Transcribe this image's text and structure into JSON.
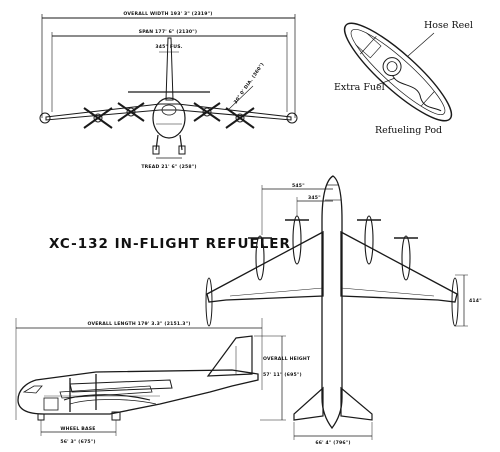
{
  "title": "XC-132 IN-FLIGHT REFUELER",
  "front_view": {
    "overall_width": "OVERALL WIDTH 193' 3\" (2319\")",
    "span": "SPAN 177' 6\" (2130\")",
    "fus_width": "345\" FUS.",
    "nacelle_angle": "30° 0' DIA. (360\")",
    "tread": "TREAD 21' 6\" (258\")"
  },
  "refueling_pod": {
    "hose_reel": "Hose Reel",
    "extra_fuel": "Extra Fuel",
    "caption": "Refueling Pod"
  },
  "top_view": {
    "dim_outer": "545\"",
    "dim_inner": "345\"",
    "pod_offset": "414\"",
    "tail_span": "66' 4\" (796\")"
  },
  "side_view": {
    "overall_length": "OVERALL LENGTH 179' 3.3\" (2151.3\")",
    "overall_height_label": "OVERALL HEIGHT",
    "overall_height_value": "57' 11\" (695\")",
    "wheel_base_label": "WHEEL BASE",
    "wheel_base_value": "56' 3\" (675\")"
  }
}
